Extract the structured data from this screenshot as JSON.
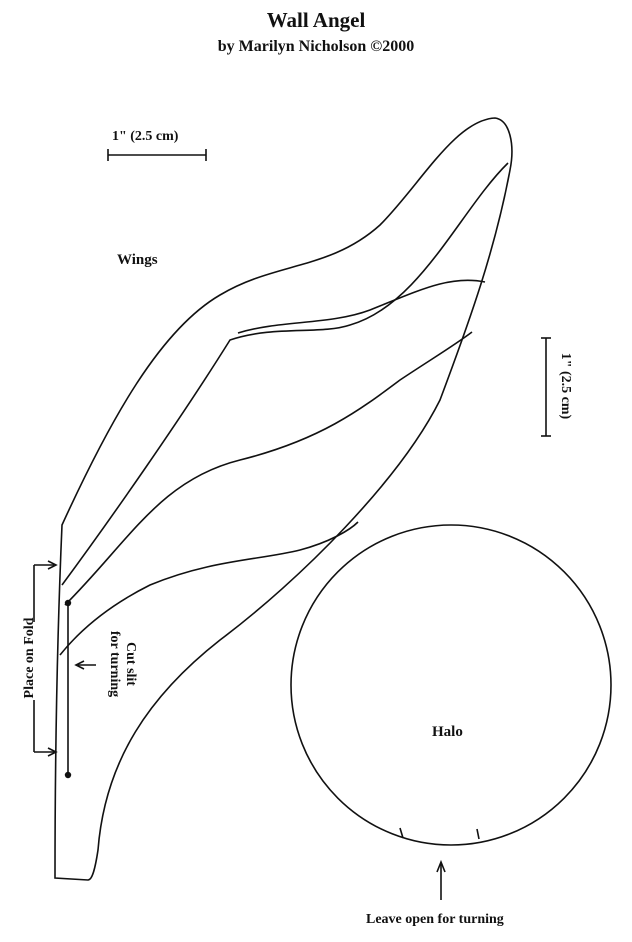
{
  "header": {
    "title": "Wall Angel",
    "byline": "by Marilyn Nicholson ©2000"
  },
  "labels": {
    "scale_horizontal": "1\" (2.5 cm)",
    "scale_vertical": "1\" (2.5 cm)",
    "wings": "Wings",
    "place_on_fold": "Place on Fold",
    "cut_slit_line1": "Cut slit",
    "cut_slit_line2": "for turning",
    "halo": "Halo",
    "leave_open": "Leave open for turning"
  }
}
